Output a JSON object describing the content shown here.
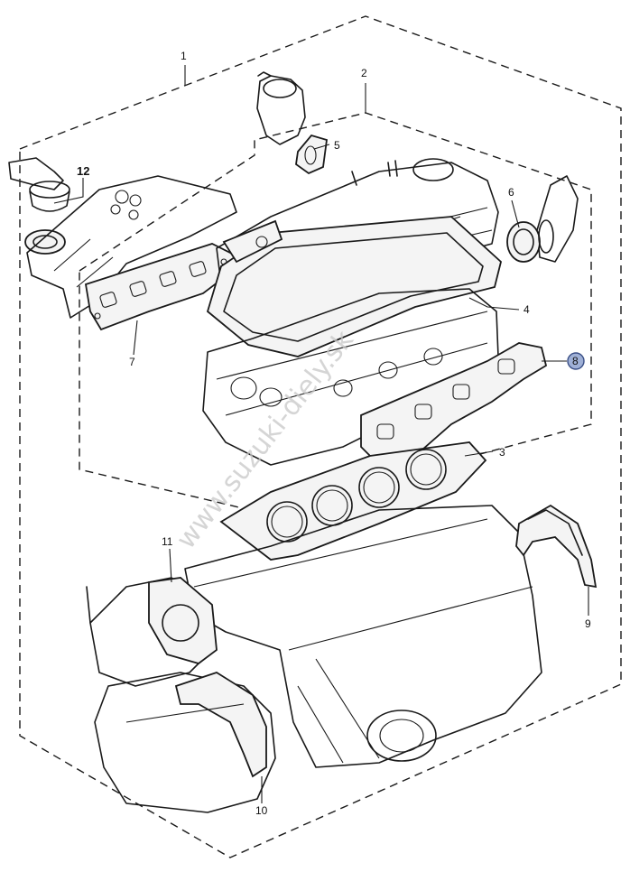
{
  "diagram": {
    "callouts": [
      {
        "id": "c1",
        "text": "1"
      },
      {
        "id": "c2",
        "text": "2"
      },
      {
        "id": "c3",
        "text": "3"
      },
      {
        "id": "c4",
        "text": "4"
      },
      {
        "id": "c5",
        "text": "5"
      },
      {
        "id": "c6",
        "text": "6"
      },
      {
        "id": "c7",
        "text": "7"
      },
      {
        "id": "c8",
        "text": "8"
      },
      {
        "id": "c9",
        "text": "9"
      },
      {
        "id": "c10",
        "text": "10"
      },
      {
        "id": "c11",
        "text": "11"
      },
      {
        "id": "c12",
        "text": "12"
      }
    ],
    "highlighted_callout": "8",
    "highlight_color": "#9fb0d6",
    "watermark": "www.suzuki-diely.sk"
  }
}
